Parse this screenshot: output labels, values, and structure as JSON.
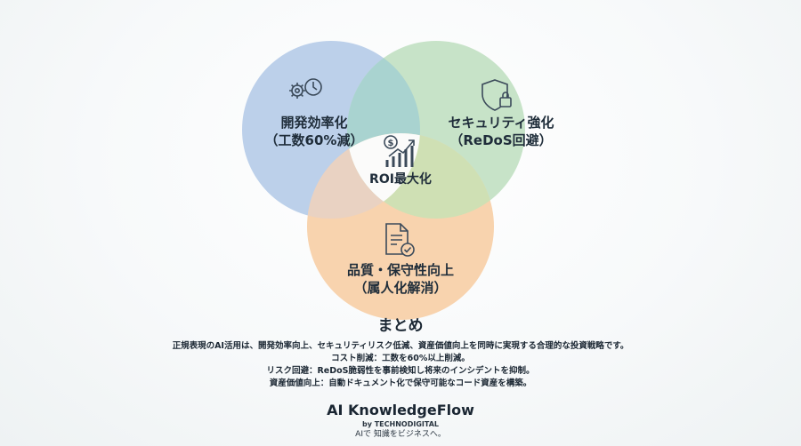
{
  "diagram": {
    "circles": {
      "top_left": {
        "line1": "開発効率化",
        "line2": "（工数60%減）",
        "icon": "gear-clock-icon",
        "color": "#b8cde9"
      },
      "top_right": {
        "line1": "セキュリティ強化",
        "line2": "（ReDoS回避）",
        "icon": "shield-lock-icon",
        "color": "#c5e2c6"
      },
      "bottom": {
        "line1": "品質・保守性向上",
        "line2": "（属人化解消）",
        "icon": "document-check-icon",
        "color": "#f7d2ad"
      }
    },
    "center": {
      "label": "ROI最大化",
      "icon": "roi-growth-icon"
    }
  },
  "summary": {
    "title": "まとめ",
    "lines": [
      "正規表現のAI活用は、開発効率向上、セキュリティリスク低減、資産価値向上を同時に実現する合理的な投資戦略です。",
      "コスト削減：工数を60%以上削減。",
      "リスク回避：ReDoS脆弱性を事前検知し将来のインシデントを抑制。",
      "資産価値向上：自動ドキュメント化で保守可能なコード資産を構築。"
    ]
  },
  "brand": {
    "name": "AI KnowledgeFlow",
    "by": "by TECHNODIGITAL",
    "tagline": "AIで 知識をビジネスへ。"
  }
}
